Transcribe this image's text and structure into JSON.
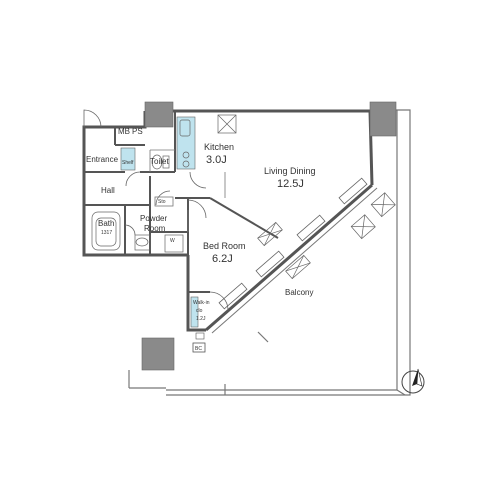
{
  "rooms": {
    "entrance": "Entrance",
    "hall": "Hall",
    "toilet": "Toilet",
    "kitchen": "Kitchen",
    "kitchen_size": "3.0J",
    "living_dining": "Living Dining",
    "living_dining_size": "12.5J",
    "powder_room_1": "Powder",
    "powder_room_2": "Room",
    "bath": "Bath",
    "bath_size": "1317",
    "bed_room": "Bed Room",
    "bed_room_size": "6.2J",
    "balcony": "Balcony",
    "walk_in_1": "Walk-in",
    "walk_in_2": "clo",
    "walk_in_size": "1.2J"
  },
  "labels": {
    "mb": "MB",
    "ps": "PS",
    "sto": "Sto",
    "w": "W",
    "bc": "BC",
    "shelf": "Shelf"
  },
  "colors": {
    "wall": "#555555",
    "column": "#8a8a8a",
    "storage": "#bfe3ee",
    "line": "#666666"
  },
  "icons": [
    "north-compass-icon"
  ]
}
